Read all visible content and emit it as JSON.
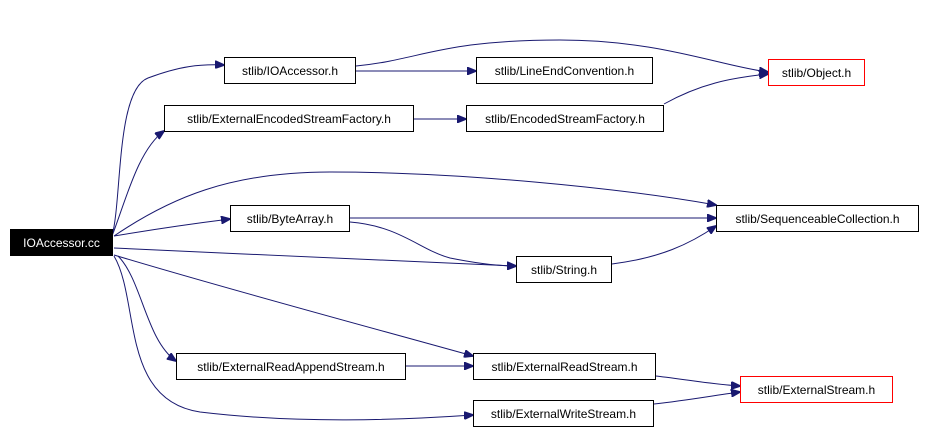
{
  "colors": {
    "edge": "#191970",
    "node_border": "#000000",
    "external_border": "#ff0000",
    "root_fill": "#000000",
    "root_text": "#ffffff"
  },
  "nodes": {
    "ioaccessor_cc": {
      "label": "IOAccessor.cc"
    },
    "ioaccessor_h": {
      "label": "stlib/IOAccessor.h"
    },
    "lineend_h": {
      "label": "stlib/LineEndConvention.h"
    },
    "object_h": {
      "label": "stlib/Object.h"
    },
    "extenc_h": {
      "label": "stlib/ExternalEncodedStreamFactory.h"
    },
    "encfactory_h": {
      "label": "stlib/EncodedStreamFactory.h"
    },
    "bytearray_h": {
      "label": "stlib/ByteArray.h"
    },
    "seqcoll_h": {
      "label": "stlib/SequenceableCollection.h"
    },
    "string_h": {
      "label": "stlib/String.h"
    },
    "extreadappend_h": {
      "label": "stlib/ExternalReadAppendStream.h"
    },
    "extread_h": {
      "label": "stlib/ExternalReadStream.h"
    },
    "extstream_h": {
      "label": "stlib/ExternalStream.h"
    },
    "extwrite_h": {
      "label": "stlib/ExternalWriteStream.h"
    }
  }
}
